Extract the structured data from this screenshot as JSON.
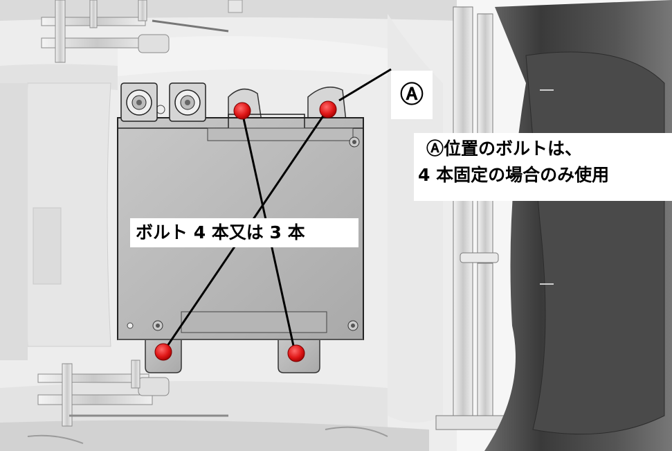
{
  "labels": {
    "bolts": "ボルト 4 本又は 3 本",
    "marker_a": "Ⓐ",
    "note_line1": "Ⓐ位置のボルトは、",
    "note_line2": "4 本固定の場合のみ使用"
  },
  "colors": {
    "bolt": "#e01818",
    "leader_line": "#000000"
  },
  "bolts": [
    {
      "id": "top-left",
      "optional": false
    },
    {
      "id": "top-right",
      "optional": true
    },
    {
      "id": "bottom-left",
      "optional": false
    },
    {
      "id": "bottom-right",
      "optional": false
    }
  ]
}
